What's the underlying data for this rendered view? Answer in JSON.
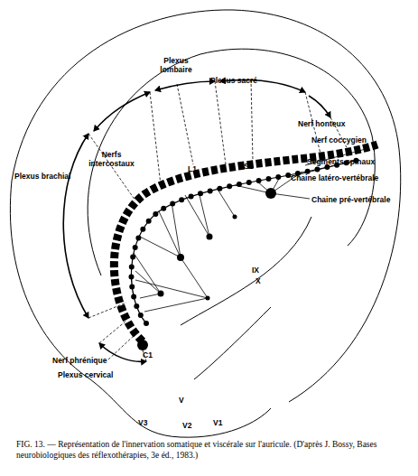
{
  "diagram": {
    "caption": "FIG. 13. — Représentation de l'innervation somatique et viscérale sur l'auricule. (D'après J. Bossy, Bases neurobiologiques des réflexothérapies, 3e éd., 1983.)",
    "labels": [
      "Plexus lombaire",
      "Plexus sacré",
      "Nerf honteux",
      "Nerf coccygien",
      "Segments spinaux",
      "Chaine latéro-vertébrale",
      "Chaine pré-vertébrale",
      "Nerfs intercostaux",
      "L1",
      "S1",
      "Plexus brachial",
      "IX",
      "X",
      "Nerf phrénique",
      "C1",
      "Plexus cervical",
      "V",
      "V3",
      "V2",
      "V1"
    ]
  }
}
